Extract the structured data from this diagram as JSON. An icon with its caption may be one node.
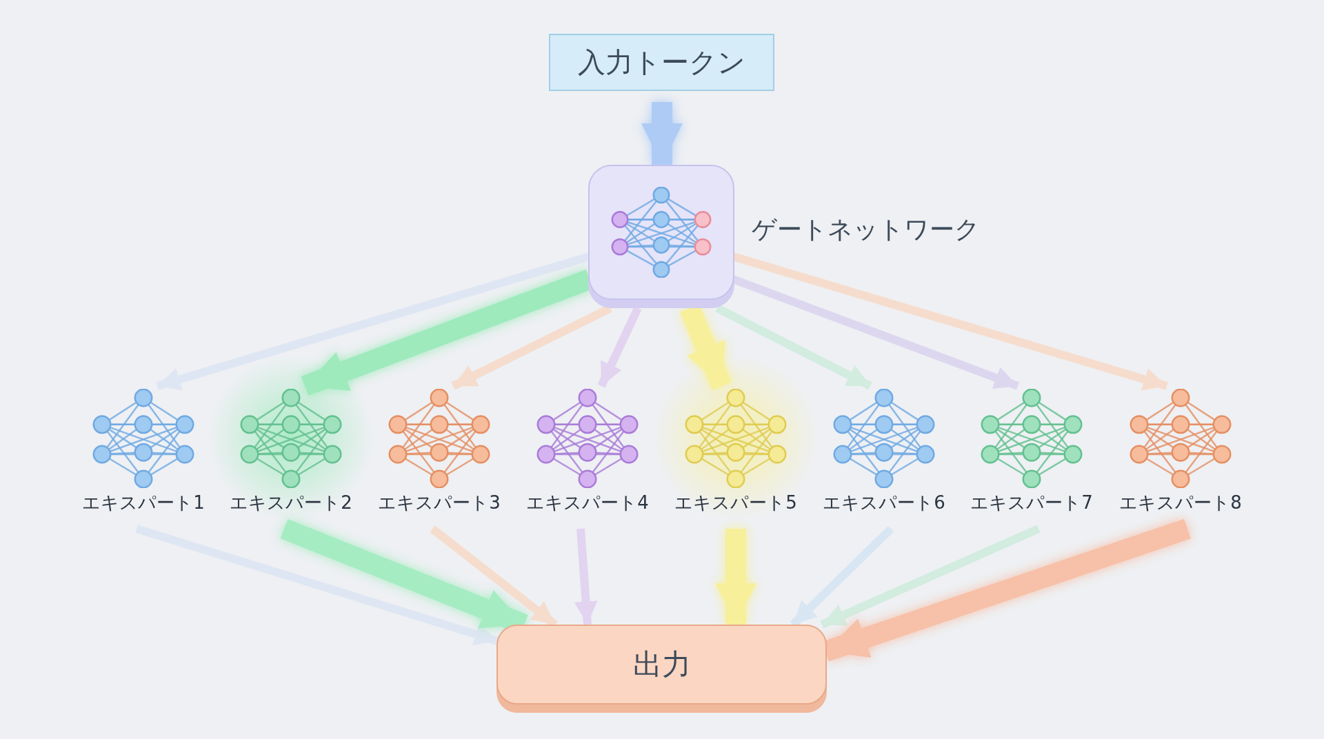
{
  "diagram": {
    "nodes": [
      {
        "text": [
          "入力トークン"
        ]
      },
      {
        "text": [
          "ゲートネットワーク"
        ]
      },
      {
        "text": [
          "エキスパート1"
        ]
      },
      {
        "text": [
          "エキスパート2"
        ]
      },
      {
        "text": [
          "エキスパート3"
        ]
      },
      {
        "text": [
          "エキスパート4"
        ]
      },
      {
        "text": [
          "エキスパート5"
        ]
      },
      {
        "text": [
          "エキスパート6"
        ]
      },
      {
        "text": [
          "エキスパート7"
        ]
      },
      {
        "text": [
          "エキスパート8"
        ]
      },
      {
        "text": [
          "出力"
        ]
      }
    ],
    "edges": [
      {
        "from": 0,
        "to": 1,
        "arrow": "to",
        "style": "thick",
        "color": "#aecbf5"
      },
      {
        "from": 1,
        "to": 2,
        "arrow": "to",
        "color": "#dfe6f3"
      },
      {
        "from": 1,
        "to": 3,
        "arrow": "to",
        "style": "thick",
        "color": "#9eeabc"
      },
      {
        "from": 1,
        "to": 4,
        "arrow": "to",
        "color": "#f6dccd"
      },
      {
        "from": 1,
        "to": 5,
        "arrow": "to",
        "color": "#e2d3f0"
      },
      {
        "from": 1,
        "to": 6,
        "arrow": "to",
        "style": "thick",
        "color": "#f7ef9a"
      },
      {
        "from": 1,
        "to": 7,
        "arrow": "to",
        "color": "#d2ecdf"
      },
      {
        "from": 1,
        "to": 8,
        "arrow": "to",
        "color": "#dcd7ef"
      },
      {
        "from": 1,
        "to": 9,
        "arrow": "to",
        "color": "#f6dccc"
      },
      {
        "from": 2,
        "to": 10,
        "arrow": "to",
        "color": "#dfe6f3"
      },
      {
        "from": 3,
        "to": 10,
        "arrow": "to",
        "style": "thick",
        "color": "#a6ecc2"
      },
      {
        "from": 4,
        "to": 10,
        "arrow": "to",
        "color": "#f6dccd"
      },
      {
        "from": 5,
        "to": 10,
        "arrow": "to",
        "color": "#e2d3f0"
      },
      {
        "from": 6,
        "to": 10,
        "arrow": "to",
        "style": "thick",
        "color": "#f7ef9a"
      },
      {
        "from": 7,
        "to": 10,
        "arrow": "to",
        "color": "#d8e6f3"
      },
      {
        "from": 8,
        "to": 10,
        "arrow": "to",
        "color": "#d2ecdf"
      },
      {
        "from": 9,
        "to": 10,
        "arrow": "to",
        "style": "thick",
        "color": "#f7c0a8"
      }
    ]
  }
}
